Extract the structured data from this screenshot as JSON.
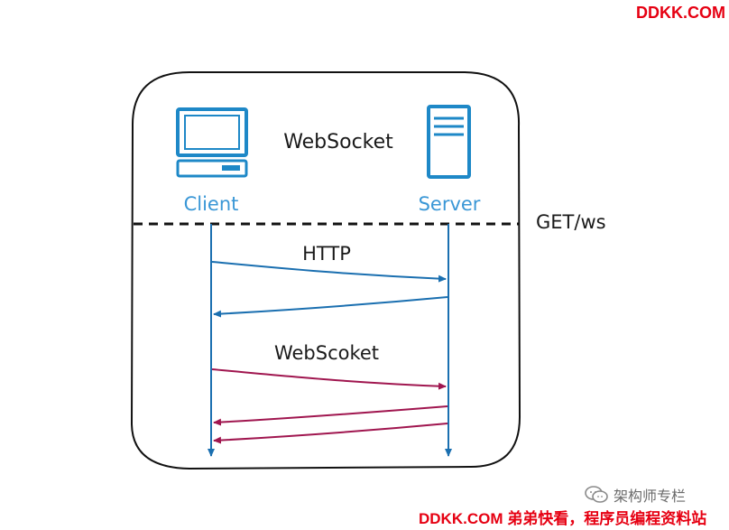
{
  "diagram": {
    "title": "WebSocket",
    "client_label": "Client",
    "server_label": "Server",
    "divider_label": "GET/ws",
    "http_label": "HTTP",
    "websocket_label": "WebScoket"
  },
  "watermark": {
    "top": "DDKK.COM",
    "bottom": "DDKK.COM 弟弟快看，程序员编程资料站",
    "wechat_account": "架构师专栏"
  },
  "colors": {
    "http": "#1a6fb0",
    "websocket": "#a0164f",
    "icon": "#1e88c7",
    "label": "#3a97d6",
    "watermark": "#e60012"
  }
}
